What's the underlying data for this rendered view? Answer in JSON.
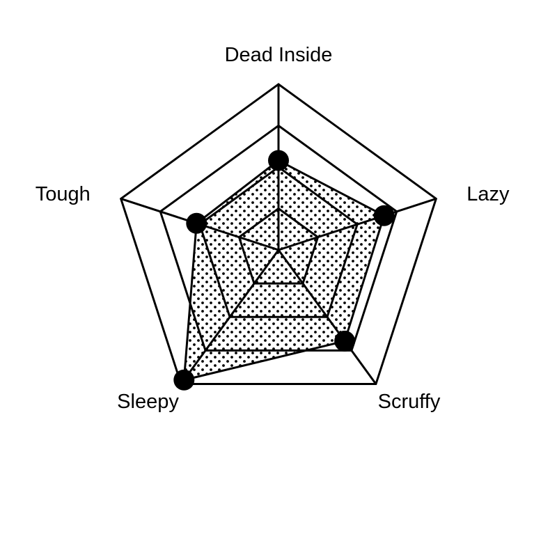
{
  "chart_data": {
    "type": "radar",
    "axes": [
      "Dead Inside",
      "Lazy",
      "Scruffy",
      "Sleepy",
      "Tough"
    ],
    "values": [
      0.54,
      0.67,
      0.68,
      0.97,
      0.52
    ],
    "rmax": 1.0,
    "grid_levels": [
      0.25,
      0.5,
      0.75,
      1.0
    ],
    "grid": true,
    "fill_pattern": "dots",
    "colors": {
      "line": "#000000",
      "background": "#ffffff",
      "marker": "#000000"
    }
  }
}
